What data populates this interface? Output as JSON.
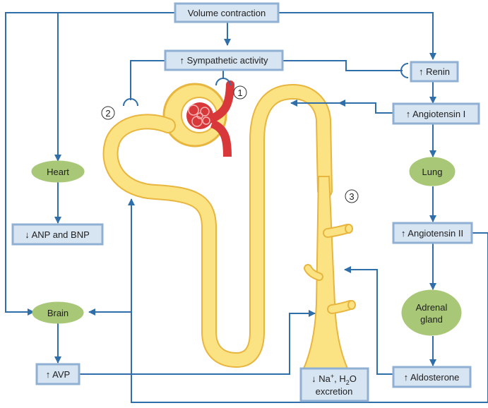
{
  "boxes": {
    "volume_contraction": "Volume contraction",
    "sympathetic_activity": "↑ Sympathetic activity",
    "renin": "↑ Renin",
    "angiotensin_1": "↑ Angiotensin I",
    "angiotensin_2": "↑ Angiotensin II",
    "aldosterone": "↑ Aldosterone",
    "anp_bnp": "↓ ANP and  BNP",
    "avp": "↑ AVP"
  },
  "ovals": {
    "heart": "Heart",
    "brain": "Brain",
    "lung": "Lung",
    "adrenal_line1": "Adrenal",
    "adrenal_line2": "gland"
  },
  "excretion": {
    "line1_prefix": "↓ Na",
    "line1_sup": "+",
    "line1_mid": ", H",
    "line1_sub": "2",
    "line1_suffix": "O",
    "line2": "excretion"
  },
  "markers": {
    "m1": "1",
    "m2": "2",
    "m3": "3"
  },
  "colors": {
    "box_fill": "#d7e4f1",
    "box_stroke": "#8fb0d3",
    "oval_fill": "#a8c877",
    "arrow": "#2f6ea9",
    "tubule_fill": "#fbe383",
    "tubule_edge": "#e8b53e",
    "glomerulus": "#d9383a"
  }
}
